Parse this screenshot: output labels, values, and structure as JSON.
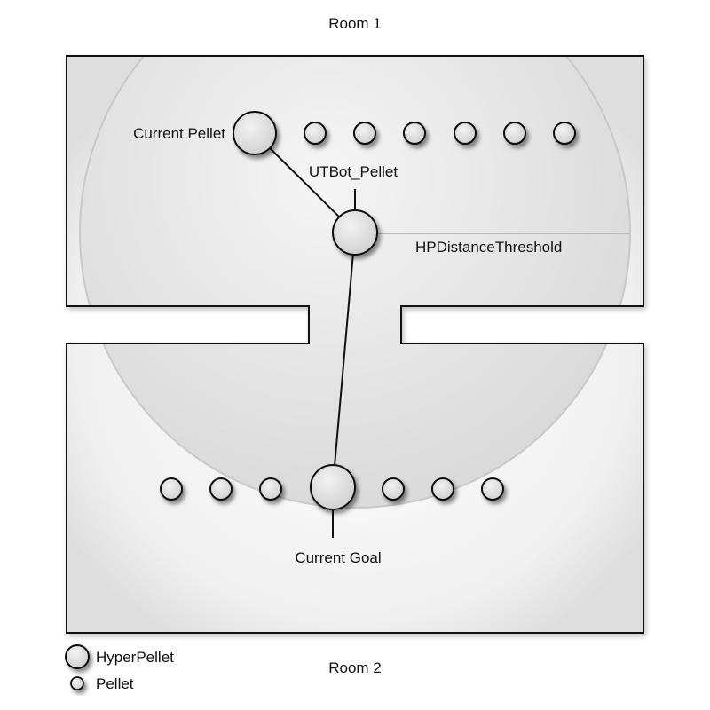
{
  "rooms": {
    "top_label": "Room 1",
    "bottom_label": "Room 2"
  },
  "labels": {
    "current_pellet": "Current Pellet",
    "bot": "UTBot_Pellet",
    "threshold": "HPDistanceThreshold",
    "current_goal": "Current Goal"
  },
  "legend": {
    "hyper": "HyperPellet",
    "pellet": "Pellet"
  },
  "room1_pellet_count": 6,
  "room2_pellets_left_of_goal": 3,
  "room2_pellets_right_of_goal": 3,
  "colors": {
    "wall_fill": "#f2f2f2",
    "wall_stroke": "#111111",
    "radius_circle": "#d7d7d7",
    "pellet_fill": "#dcdcdc"
  }
}
